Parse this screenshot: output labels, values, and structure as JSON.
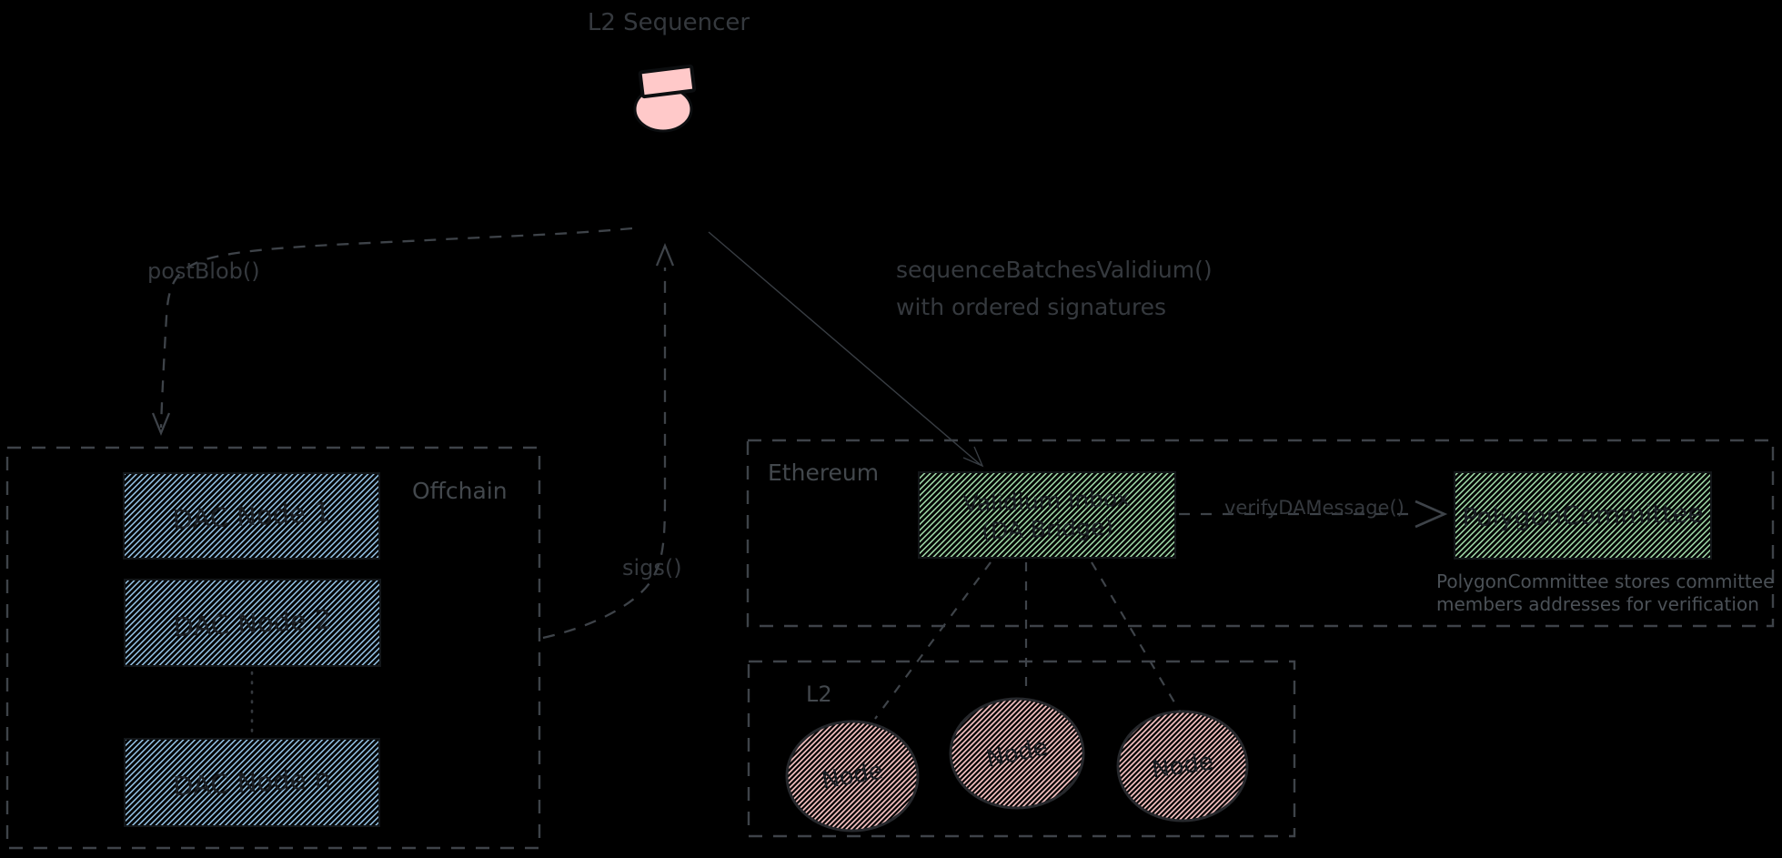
{
  "diagram": {
    "sequencer": {
      "title": "L2 Sequencer"
    },
    "arrows": {
      "post_blob": "postBlob()",
      "sigs": "sigs()",
      "sequence_batches_line1": "sequenceBatchesValidium()",
      "sequence_batches_line2": "with ordered signatures",
      "verify_da_message": "verifyDAMessage()"
    },
    "offchain": {
      "label": "Offchain",
      "nodes": [
        "DAC Node 1",
        "DAC Node 2",
        "DAC Node n"
      ]
    },
    "ethereum": {
      "label": "Ethereum",
      "validium_inbox": {
        "line1": "Validium Inbox",
        "line2": "(DA Bridge)"
      },
      "polygon_committee": "PolygonCommittee",
      "footnote_line1": "PolygonCommittee stores committee",
      "footnote_line2": "members addresses for verification"
    },
    "l2": {
      "label": "L2",
      "nodes": [
        "Node",
        "Node",
        "Node"
      ]
    },
    "colors": {
      "background": "#000000",
      "ink_dark": "#35393e",
      "label_gray": "#43484d",
      "footnote_gray": "#4b5157",
      "dash_stroke": "#3e4349",
      "hatch_blue": "#a5d8ff",
      "hatch_green": "#b2f2bb",
      "hatch_pink": "#ffc9c9",
      "person_fill": "#ffc9c9"
    }
  }
}
